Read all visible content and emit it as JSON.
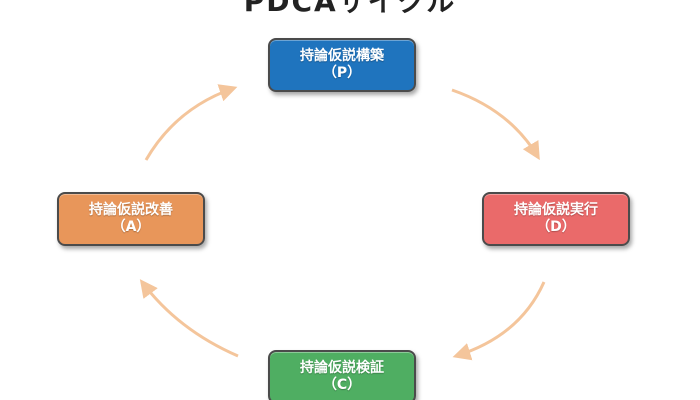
{
  "title": "PDCAサイクル",
  "nodes": {
    "p": {
      "label": "持論仮説構築",
      "letter": "（P）",
      "color": "#1f74be"
    },
    "d": {
      "label": "持論仮説実行",
      "letter": "（D）",
      "color": "#ea6a6a"
    },
    "c": {
      "label": "持論仮説検証",
      "letter": "（C）",
      "color": "#4fae62"
    },
    "a": {
      "label": "持論仮説改善",
      "letter": "（A）",
      "color": "#e8965a"
    }
  },
  "arrow_color": "#f4c59b"
}
